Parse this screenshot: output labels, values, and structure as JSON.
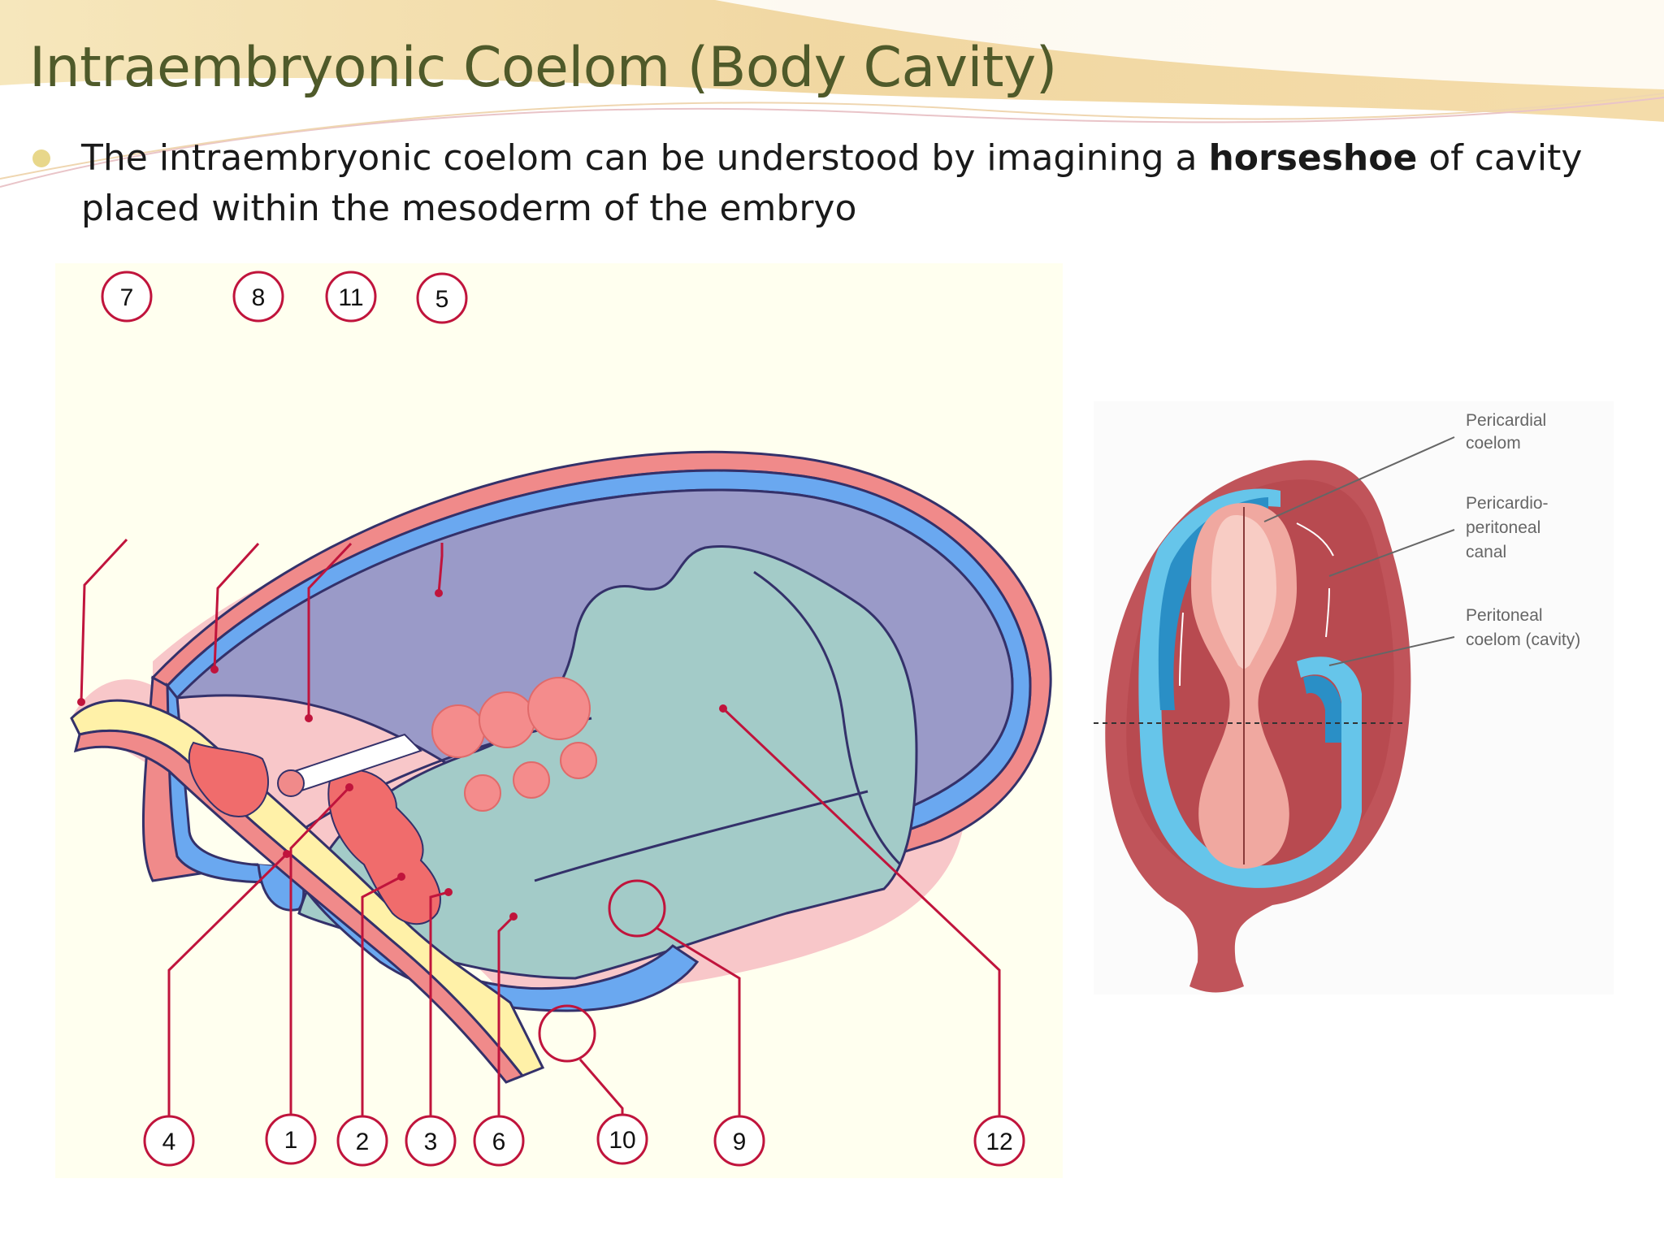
{
  "slide": {
    "title": "Intraembryonic Coelom (Body Cavity)",
    "bullet": {
      "before": "The intraembryonic coelom can be understood by imagining a ",
      "bold": "horseshoe",
      "after": " of cavity placed within the mesoderm of the embryo"
    }
  },
  "diagram": {
    "labels": [
      "7",
      "8",
      "11",
      "5",
      "4",
      "1",
      "2",
      "3",
      "6",
      "10",
      "9",
      "12"
    ]
  },
  "illustration": {
    "labels": {
      "pericardial": [
        "Pericardial",
        "coelom"
      ],
      "canal": [
        "Pericardio-",
        "peritoneal",
        "canal"
      ],
      "peritoneal": [
        "Peritoneal",
        "coelom (cavity)"
      ]
    }
  },
  "colors": {
    "title": "#4f5a2a",
    "ectoderm": "#f08a8a",
    "blue_layer": "#6aa8f0",
    "coelom_cavity": "#9a9ac8",
    "yolk": "#a3cbc8",
    "label_line": "#c0143c",
    "background_panel": "#ffffef"
  }
}
